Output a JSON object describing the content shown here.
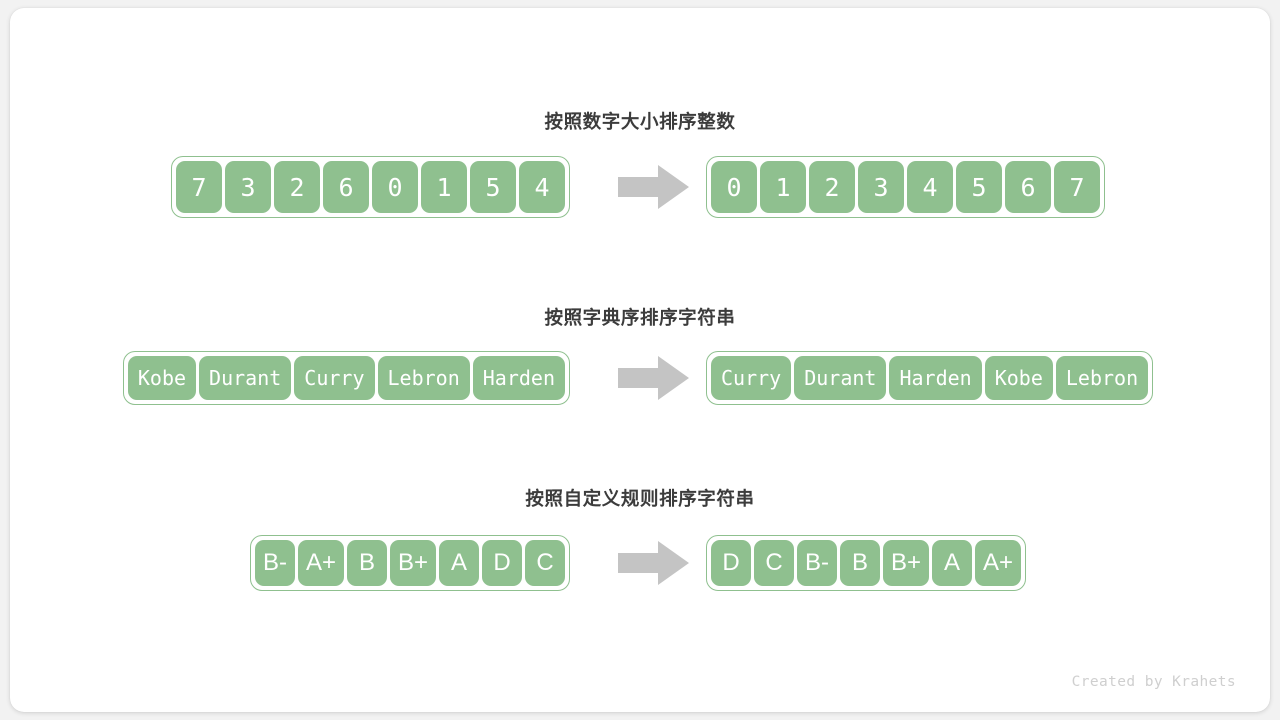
{
  "colors": {
    "cell_fill": "#8fc08f",
    "container_border": "#8fc08f",
    "arrow": "#c4c4c4",
    "title_text": "#3c3c3c",
    "card_bg": "#ffffff",
    "page_bg": "#f2f2f2",
    "footer_text": "#cfcfcf"
  },
  "sections": [
    {
      "title": "按照数字大小排序整数",
      "unsorted": [
        "7",
        "3",
        "2",
        "6",
        "0",
        "1",
        "5",
        "4"
      ],
      "sorted": [
        "0",
        "1",
        "2",
        "3",
        "4",
        "5",
        "6",
        "7"
      ],
      "arrow_icon": "right-arrow-icon"
    },
    {
      "title": "按照字典序排序字符串",
      "unsorted": [
        "Kobe",
        "Durant",
        "Curry",
        "Lebron",
        "Harden"
      ],
      "sorted": [
        "Curry",
        "Durant",
        "Harden",
        "Kobe",
        "Lebron"
      ],
      "arrow_icon": "right-arrow-icon"
    },
    {
      "title": "按照自定义规则排序字符串",
      "unsorted": [
        "B-",
        "A+",
        "B",
        "B+",
        "A",
        "D",
        "C"
      ],
      "sorted": [
        "D",
        "C",
        "B-",
        "B",
        "B+",
        "A",
        "A+"
      ],
      "arrow_icon": "right-arrow-icon"
    }
  ],
  "footer": {
    "credit": "Created by Krahets"
  }
}
